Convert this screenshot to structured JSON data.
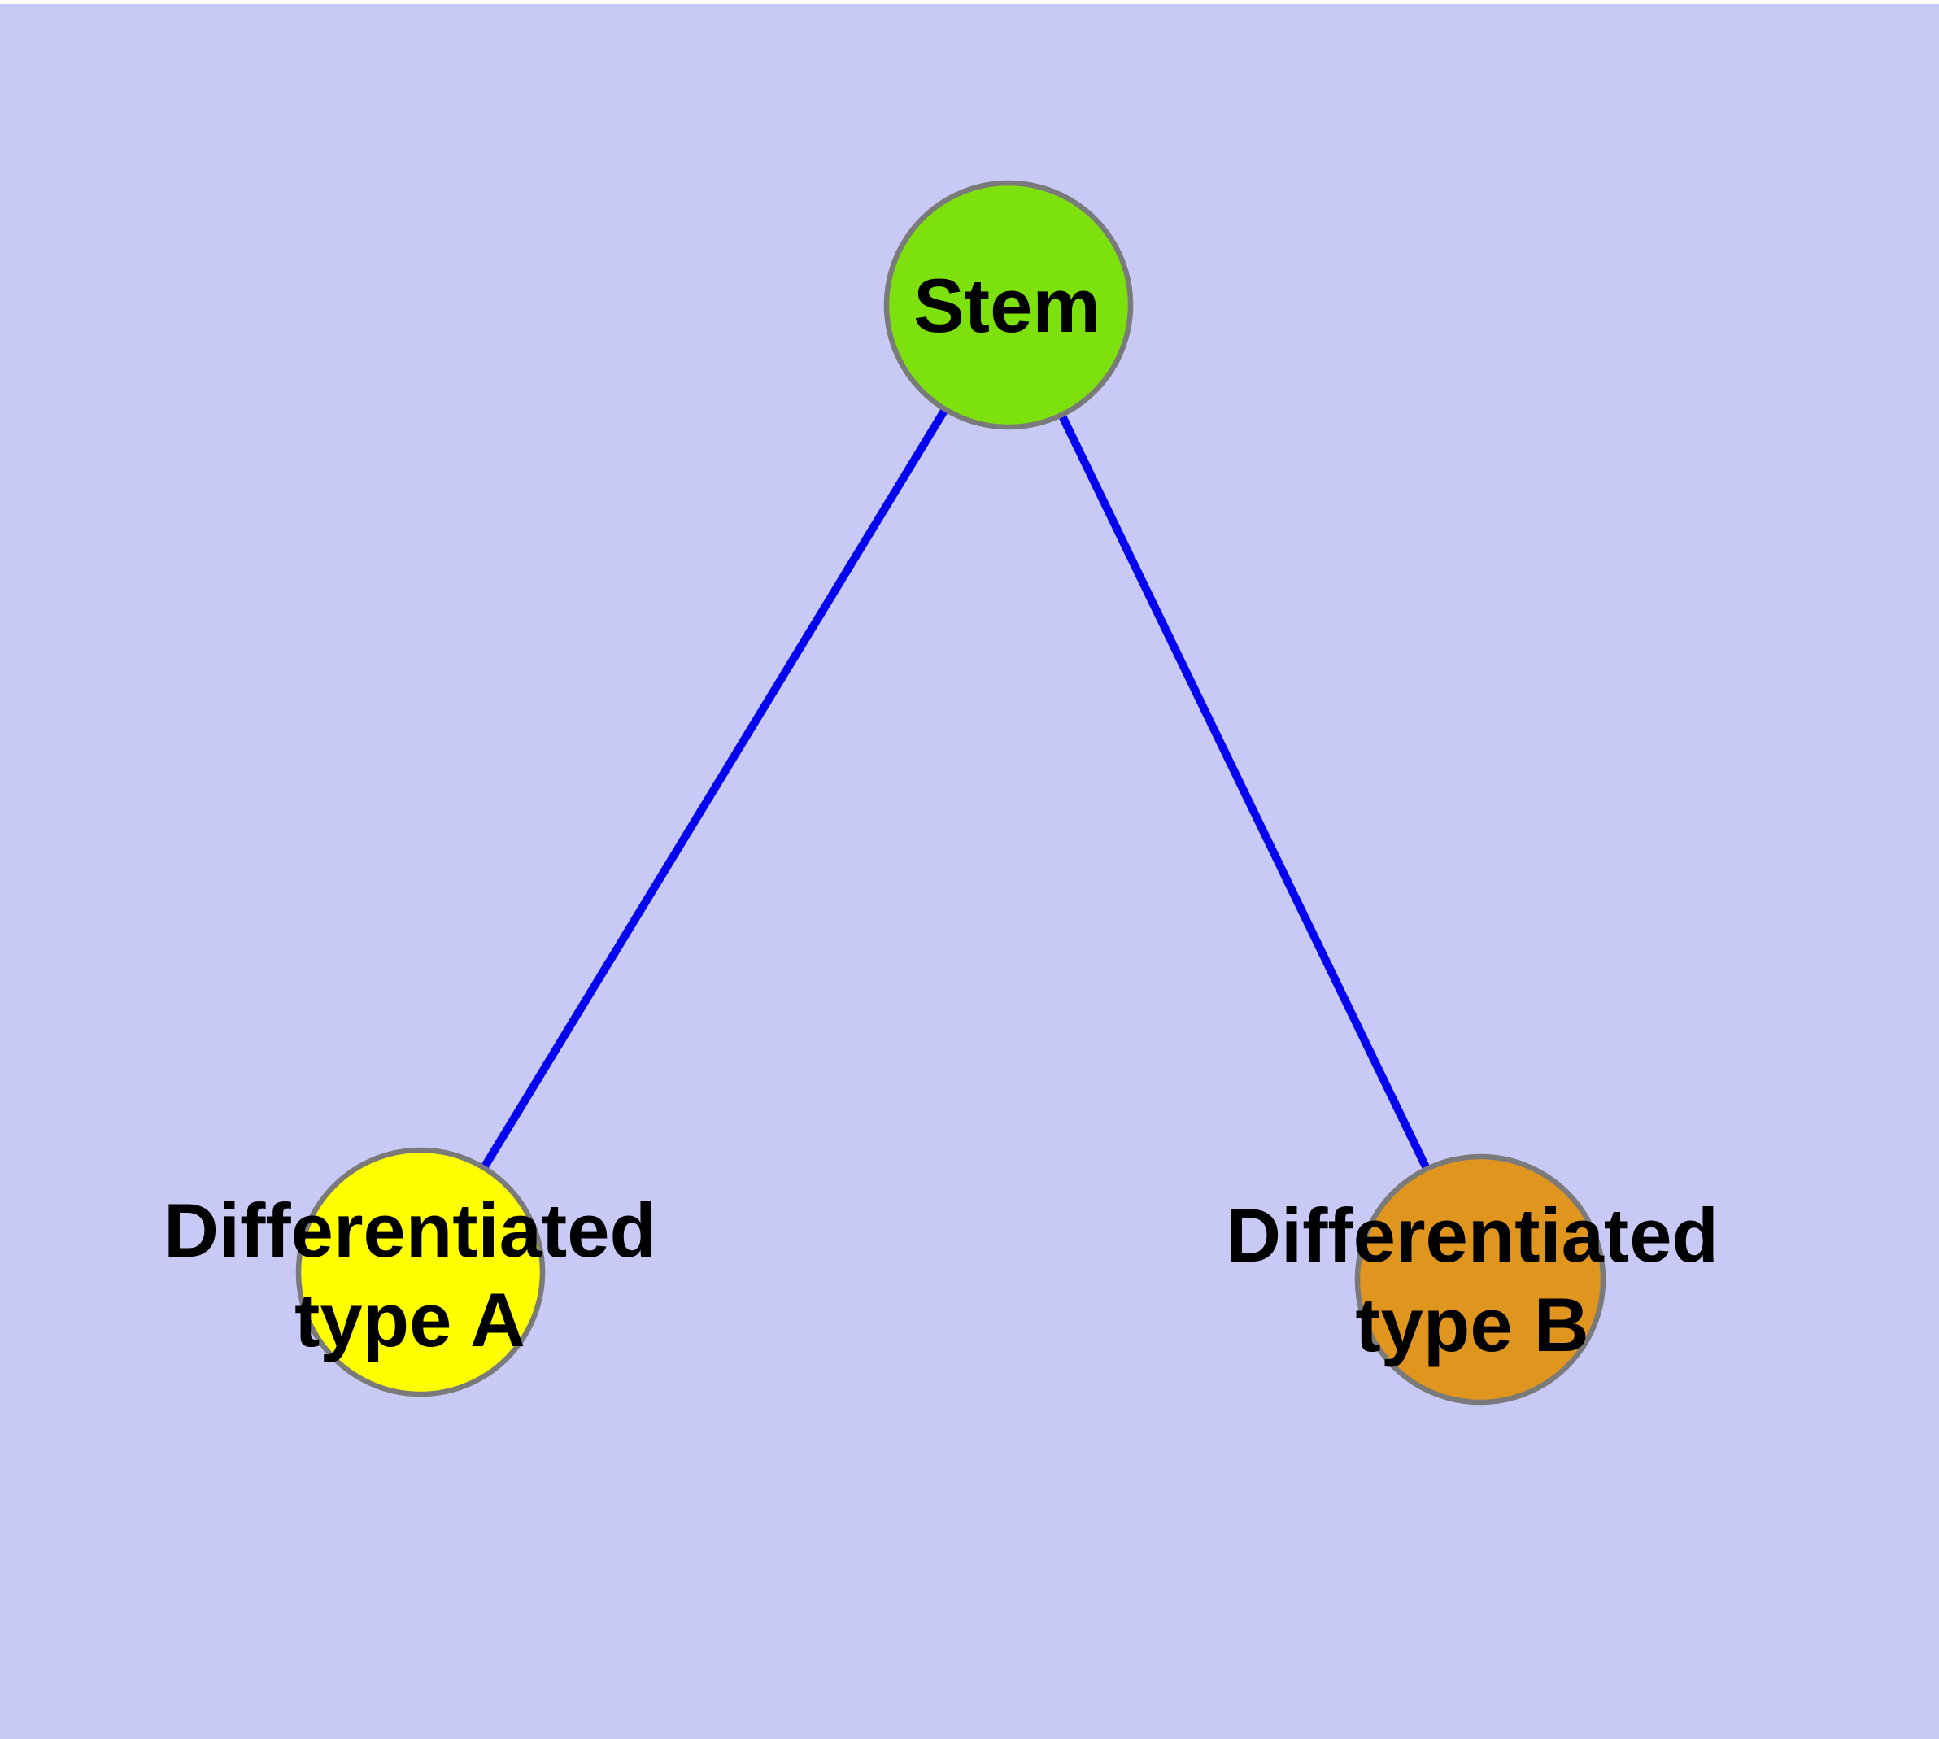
{
  "page": {
    "top_strip_color": "#ffffff",
    "background_color": "#c9c9f6"
  },
  "diagram": {
    "type": "node-link-graph",
    "edge_color": "#0404ee",
    "node_border_color": "#7a7a7a",
    "text_color": "#000000",
    "nodes": [
      {
        "id": "stem",
        "label": "Stem",
        "fill": "#7de10e"
      },
      {
        "id": "differentiated-type-a",
        "label": "Differentiated type A",
        "line1": "Differentiated",
        "line2": "type A",
        "fill": "#ffff00"
      },
      {
        "id": "differentiated-type-b",
        "label": "Differentiated type B",
        "line1": "Differentiated",
        "line2": "type B",
        "fill": "#e0951e"
      }
    ],
    "edges": [
      {
        "from": "Stem",
        "to": "Differentiated type A"
      },
      {
        "from": "Stem",
        "to": "Differentiated type B"
      }
    ]
  }
}
